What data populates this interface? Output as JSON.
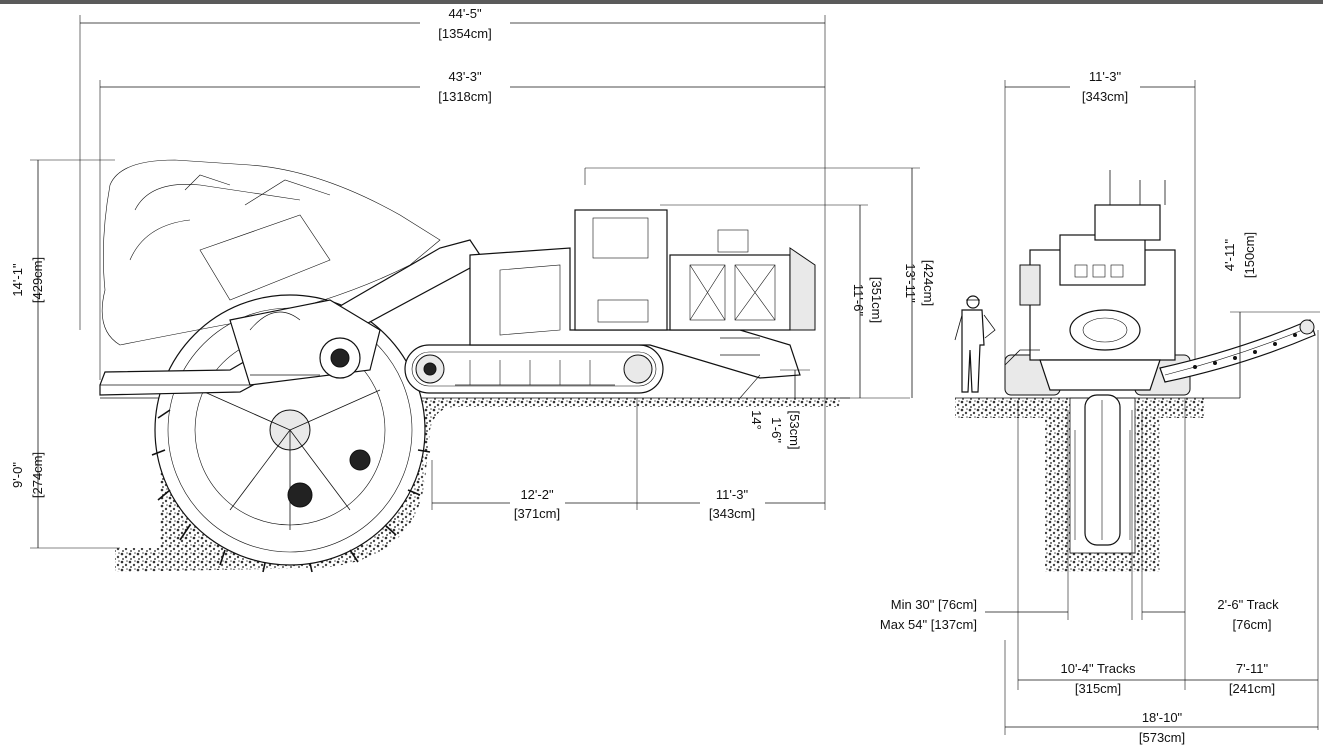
{
  "side_view": {
    "overall_length": {
      "ft": "44'-5\"",
      "cm": "[1354cm]"
    },
    "length_2": {
      "ft": "43'-3\"",
      "cm": "[1318cm]"
    },
    "height_left": {
      "ft": "14'-1\"",
      "cm": "[429cm]"
    },
    "height_cab": {
      "ft": "11'-6\"",
      "cm": "[351cm]"
    },
    "height_total": {
      "ft": "13'-11\"",
      "cm": "[424cm]"
    },
    "dig_depth": {
      "ft": "9'-0\"",
      "cm": "[274cm]"
    },
    "ground_clearance": {
      "ft": "1'-6\"",
      "cm": "[53cm]"
    },
    "angle": "14°",
    "track_length": {
      "ft": "12'-2\"",
      "cm": "[371cm]"
    },
    "rear_length": {
      "ft": "11'-3\"",
      "cm": "[343cm]"
    }
  },
  "front_view": {
    "width_top": {
      "ft": "11'-3\"",
      "cm": "[343cm]"
    },
    "conveyor_height": {
      "ft": "4'-11\"",
      "cm": "[150cm]"
    },
    "trench_min": "Min 30\" [76cm]",
    "trench_max": "Max 54\" [137cm]",
    "track_width": {
      "ft": "2'-6\" Track",
      "cm": "[76cm]"
    },
    "tracks": {
      "ft": "10'-4\" Tracks",
      "cm": "[315cm]"
    },
    "conveyor_reach": {
      "ft": "7'-11\"",
      "cm": "[241cm]"
    },
    "overall_width": {
      "ft": "18'-10\"",
      "cm": "[573cm]"
    }
  },
  "colors": {
    "line": "#111111",
    "ground": "#555555",
    "topbar": "#5a5a5a"
  }
}
